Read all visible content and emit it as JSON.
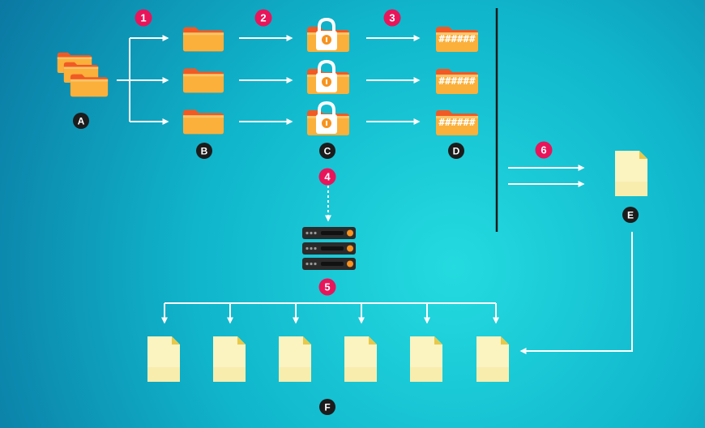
{
  "steps": [
    "1",
    "2",
    "3",
    "4",
    "5",
    "6"
  ],
  "node_labels": [
    "A",
    "B",
    "C",
    "D",
    "E",
    "F"
  ],
  "hashed_text": "######",
  "colors": {
    "background_center": "#1fd4dc",
    "background_edge": "#0a7fa6",
    "arrow": "#ffffff",
    "divider": "#1a1a1a",
    "step_badge": "#e8155b",
    "label_badge": "#1c1c1c",
    "folder_front": "#fbb03b",
    "folder_back": "#f7931e",
    "folder_tab": "#f15a24",
    "document": "#fbf3c0",
    "document_fold": "#e8d46a",
    "server_body": "#2b2b2b",
    "server_led": "#f7931e"
  },
  "icons": {
    "source_folders": "folder-stack-icon",
    "split_folder": "folder-icon",
    "encrypted_folder": "locked-folder-icon",
    "hashed_folder": "hashed-folder-icon",
    "server": "server-icon",
    "file": "file-icon"
  }
}
